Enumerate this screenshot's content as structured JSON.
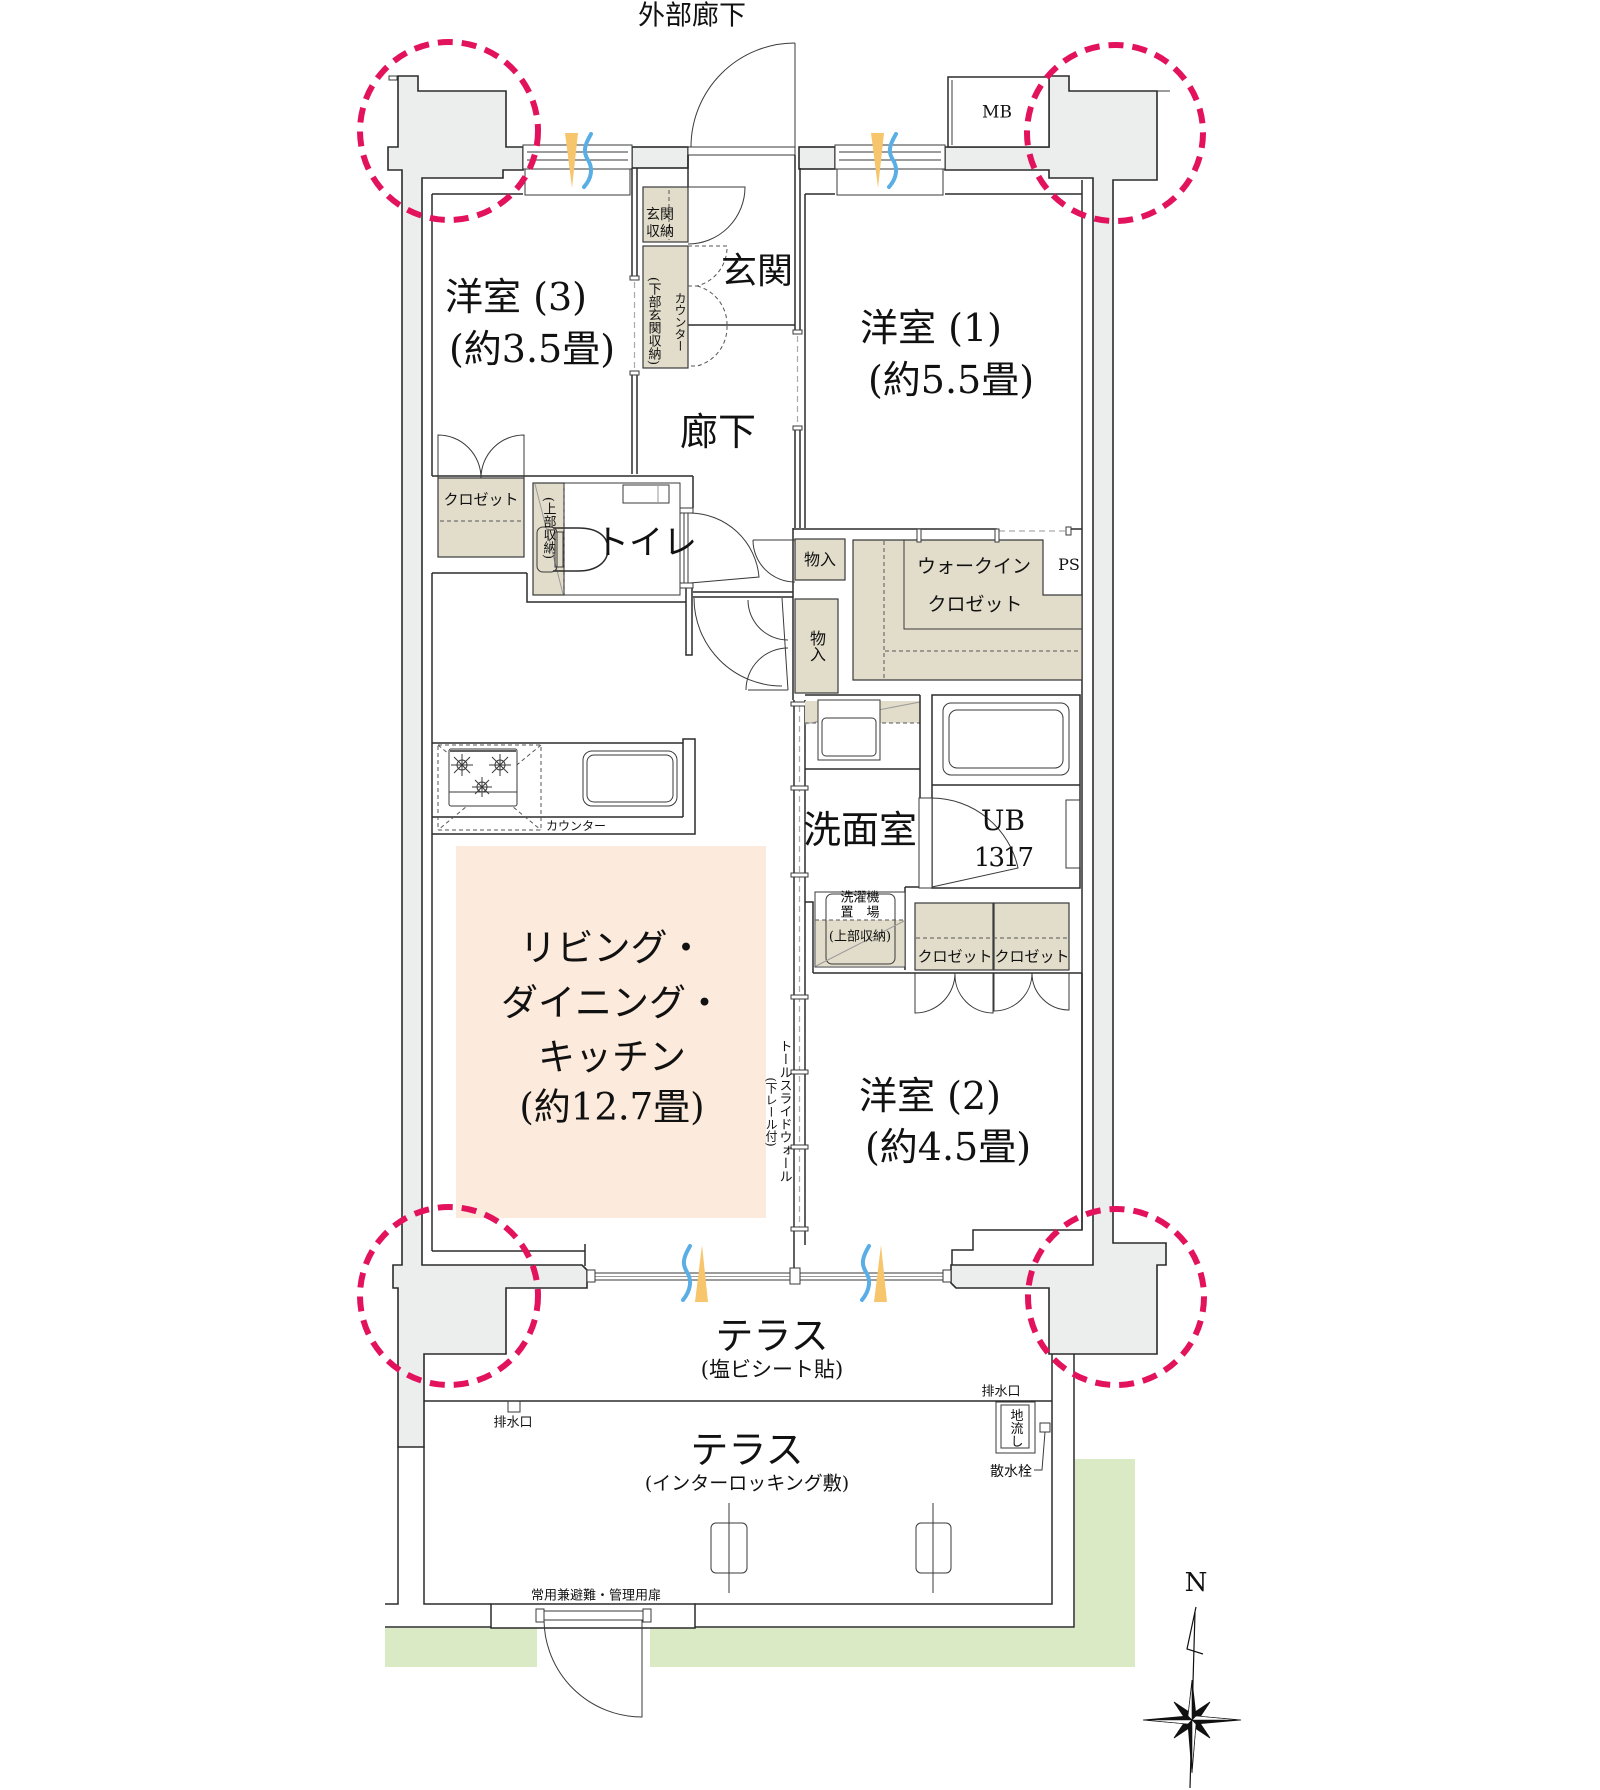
{
  "header": {
    "corridor_label": "外部廊下"
  },
  "rooms": {
    "western_room_3": {
      "name": "洋室 (3)",
      "size": "(約3.5畳)"
    },
    "western_room_1": {
      "name": "洋室 (1)",
      "size": "(約5.5畳)"
    },
    "western_room_2": {
      "name": "洋室 (2)",
      "size": "(約4.5畳)"
    },
    "entrance": {
      "name": "玄関"
    },
    "hallway": {
      "name": "廊下"
    },
    "toilet": {
      "name": "トイレ"
    },
    "ldk": {
      "lines": [
        "リビング・",
        "ダイニング・",
        "キッチン",
        "(約12.7畳)"
      ]
    },
    "washroom": {
      "name": "洗面室"
    },
    "unit_bath": {
      "name": "UB",
      "size_code": "1317"
    },
    "terrace_upper": {
      "name": "テラス",
      "finish": "(塩ビシート貼)"
    },
    "terrace_lower": {
      "name": "テラス",
      "finish": "(インターロッキング敷)"
    }
  },
  "storage": {
    "entrance_storage": [
      "玄関",
      "収納"
    ],
    "entrance_lower_storage": "(下部玄関収納)",
    "entrance_counter": "カウンター",
    "closet_room_3": "クロゼット",
    "toilet_upper_storage": "(上部収納)",
    "storage_1": "物入",
    "storage_2": "物入",
    "walk_in_closet": [
      "ウォークイン",
      "クロゼット"
    ],
    "closet_room_2_left": "クロゼット",
    "closet_room_2_right": "クロゼット"
  },
  "fixtures": {
    "meter_box": "MB",
    "pipe_space": "PS",
    "kitchen_counter": "カウンター",
    "washer_space": [
      "洗濯機",
      "置　場",
      "(上部収納)"
    ],
    "tall_slide_wall": "トールスライドウォール",
    "slide_wall_note": "(下レール付)",
    "drain_left": "排水口",
    "drain_right": "排水口",
    "outdoor_sink": "地流し",
    "garden_faucet": "散水栓",
    "terrace_door": "常用兼避難・管理用扉"
  },
  "icons": {
    "corner_markers": [
      "corner-marker-icon",
      "corner-marker-icon",
      "corner-marker-icon",
      "corner-marker-icon"
    ],
    "window_indicators": [
      "daylight-icon",
      "ventilation-icon"
    ],
    "compass": "compass-rose-icon"
  },
  "compass": {
    "north_label": "N"
  },
  "colors": {
    "background": "#ffffff",
    "wall": "#eceeed",
    "storage": "#e2ddcb",
    "ldk": "#fcebdc",
    "garden": "#d9eac5",
    "corner-marker": "#e3125d",
    "daylight-icon": "#f7c56b",
    "ventilation-icon": "#5aaee6",
    "line": "#2b2b2b",
    "text": "#111111"
  }
}
